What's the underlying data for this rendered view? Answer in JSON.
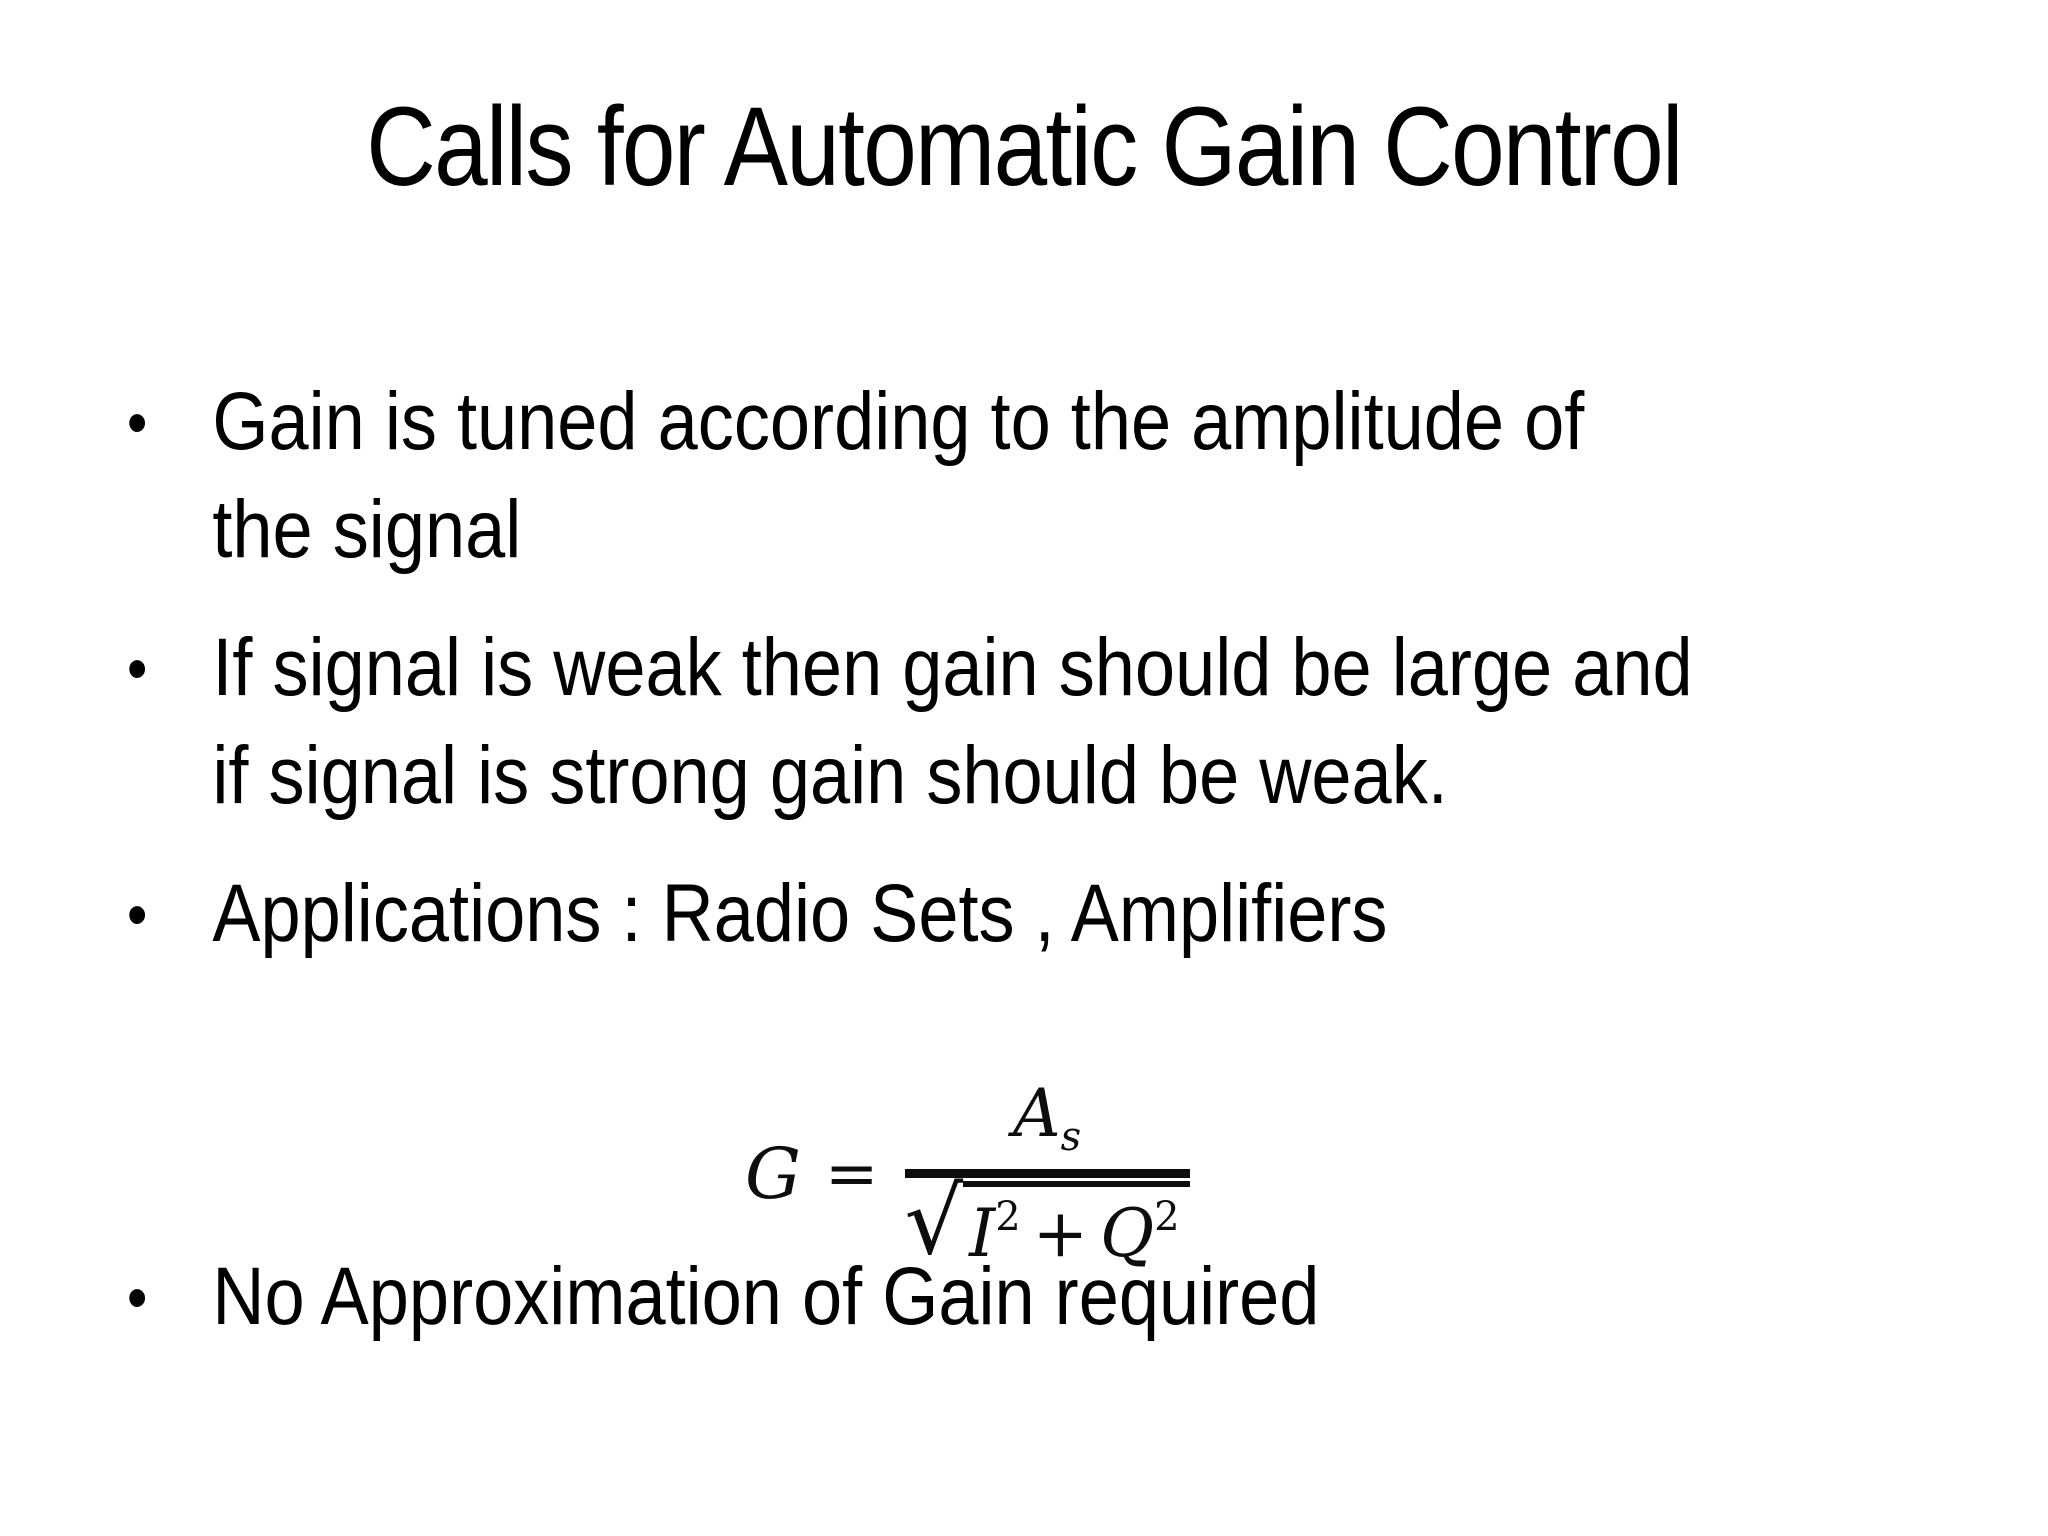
{
  "slide": {
    "title": "Calls for Automatic Gain Control",
    "bullet_char": "•",
    "bullets": [
      "Gain is tuned according to the amplitude of\nthe signal",
      "If signal is weak then gain should be large and\nif signal is strong gain should be weak.",
      "Applications : Radio Sets , Amplifiers"
    ],
    "last_bullet": "No Approximation of Gain required",
    "formula": {
      "lhs_symbol": "G",
      "equals_sign": "=",
      "numerator_base": "A",
      "numerator_subscript": "s",
      "radical_symbol": "√",
      "term1_base": "I",
      "term1_exponent": "2",
      "operator": "+",
      "term2_base": "Q",
      "term2_exponent": "2"
    },
    "colors": {
      "background": "#ffffff",
      "text": "#000000"
    }
  }
}
